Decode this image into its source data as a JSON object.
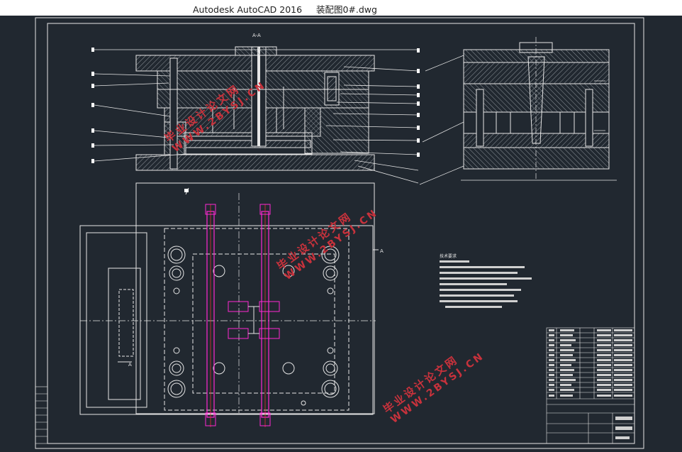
{
  "window": {
    "title": "Autodesk AutoCAD 2016     装配图0#.dwg"
  },
  "drawing": {
    "section_label": "A-A",
    "cut_label": "A",
    "cut_label_left": "A",
    "tech_notes_heading": "技术要求",
    "watermark_cn": "毕业设计论文网",
    "watermark_url": "WWW.2BYSJ.CN",
    "colors": {
      "background": "#212830",
      "line": "#e6e6e6",
      "hatch": "#9aa0a6",
      "magenta": "#ff28d2",
      "red_center": "#e03030",
      "watermark": "#c8323c"
    }
  }
}
